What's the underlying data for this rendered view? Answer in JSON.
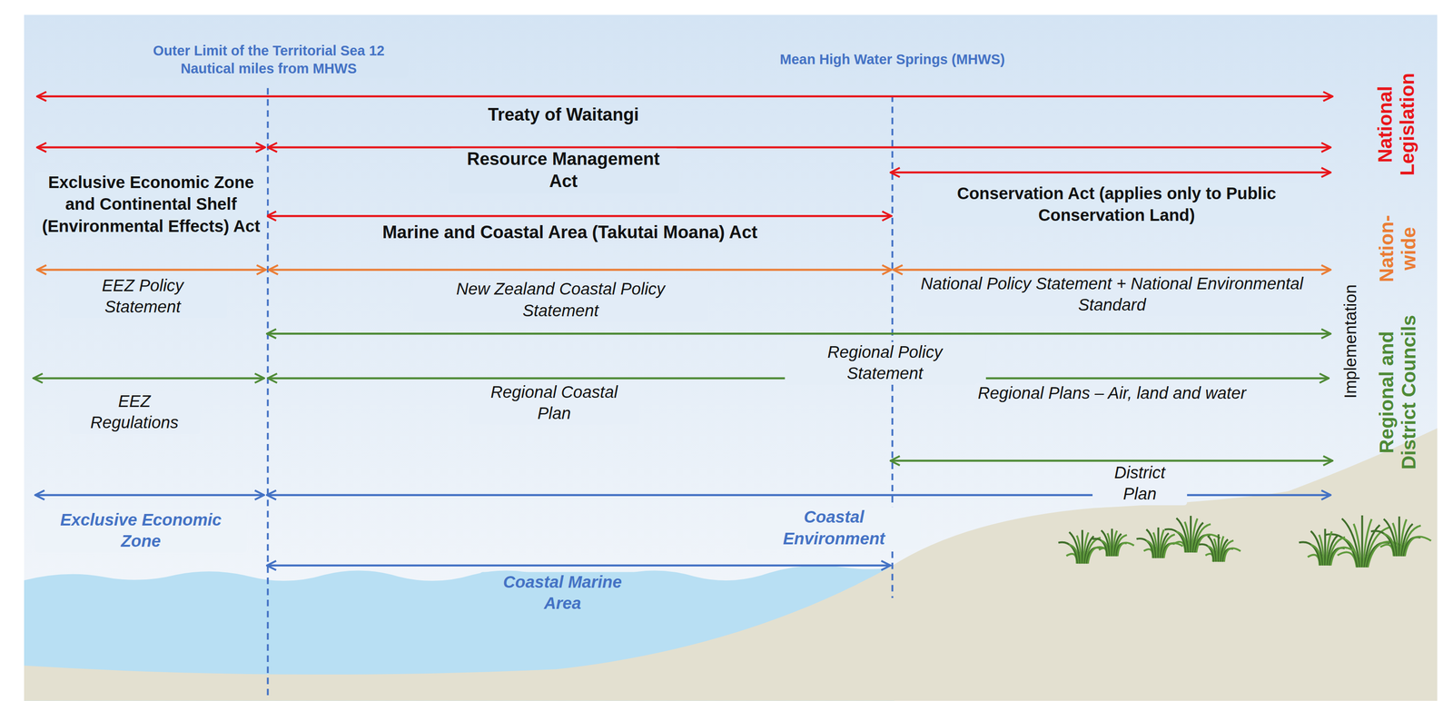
{
  "diagram": {
    "labels": [
      "Outer Limit of the Territorial Sea 12 Nautical miles from MHWS",
      "Mean High Water Springs (MHWS)",
      "Treaty of Waitangi",
      "Resource Management Act",
      "Exclusive Economic Zone and Continental Shelf (Environmental Effects) Act",
      "Conservation Act (applies only to Public Conservation Land)",
      "Marine and Coastal Area (Takutai Moana) Act",
      "EEZ Policy Statement",
      "New Zealand Coastal Policy Statement",
      "National Policy Statement + National Environmental Standard",
      "Regional Policy Statement",
      "EEZ Regulations",
      "Regional Coastal Plan",
      "Regional Plans – Air, land and water",
      "District Plan",
      "Exclusive Economic Zone",
      "Coastal Environment",
      "Coastal Marine Area",
      "National Legislation",
      "Nation-wide",
      "Implementation",
      "Regional and District Councils"
    ]
  }
}
